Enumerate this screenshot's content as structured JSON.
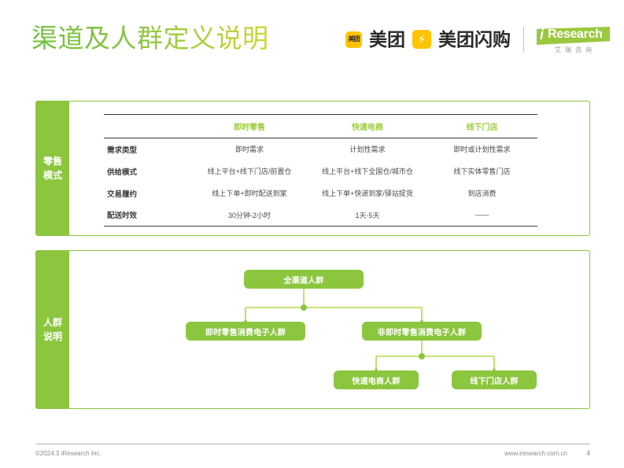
{
  "header": {
    "title": "渠道及人群定义说明",
    "logos": {
      "meituan_badge": "美团",
      "meituan_word": "美团",
      "shangou_bolt": "⚡",
      "shangou_word": "美团闪购",
      "iresearch_i": "i",
      "iresearch_word": "Research",
      "iresearch_cn": "艾瑞咨询"
    }
  },
  "panels": {
    "retail": {
      "strip_label": "零售\n模式",
      "strip_line1": "零售",
      "strip_line2": "模式",
      "table": {
        "corner": "",
        "columns": [
          "即时零售",
          "快递电商",
          "线下门店"
        ],
        "rows": [
          {
            "label": "需求类型",
            "cells": [
              "即时需求",
              "计划性需求",
              "即时或计划性需求"
            ]
          },
          {
            "label": "供给模式",
            "cells": [
              "线上平台+线下门店/前置仓",
              "线上平台+线下全国仓/城市仓",
              "线下实体零售门店"
            ]
          },
          {
            "label": "交易履约",
            "cells": [
              "线上下单+即时配送到家",
              "线上下单+快递到家/驿站提货",
              "到店消费"
            ]
          },
          {
            "label": "配送时效",
            "cells": [
              "30分钟-2小时",
              "1天-5天",
              "——"
            ]
          }
        ]
      }
    },
    "crowd": {
      "strip_line1": "人群",
      "strip_line2": "说明",
      "nodes": {
        "all": "全渠道人群",
        "instant": "即时零售消费电子人群",
        "non_instant": "非即时零售消费电子人群",
        "express": "快递电商人群",
        "offline": "线下门店人群"
      }
    }
  },
  "footer": {
    "copyright": "©2024.3 iResearch Inc.",
    "website": "www.iresearch.com.cn",
    "page_number": "4"
  },
  "colors": {
    "brand_green": "#8cc63f",
    "light_green": "#b5d94a",
    "header_green": "#9acd3c",
    "meituan_yellow": "#ffc300",
    "rule_dark": "#3c3c3c",
    "text_gray": "#4a4a4a",
    "footer_gray": "#8a8a8a"
  }
}
